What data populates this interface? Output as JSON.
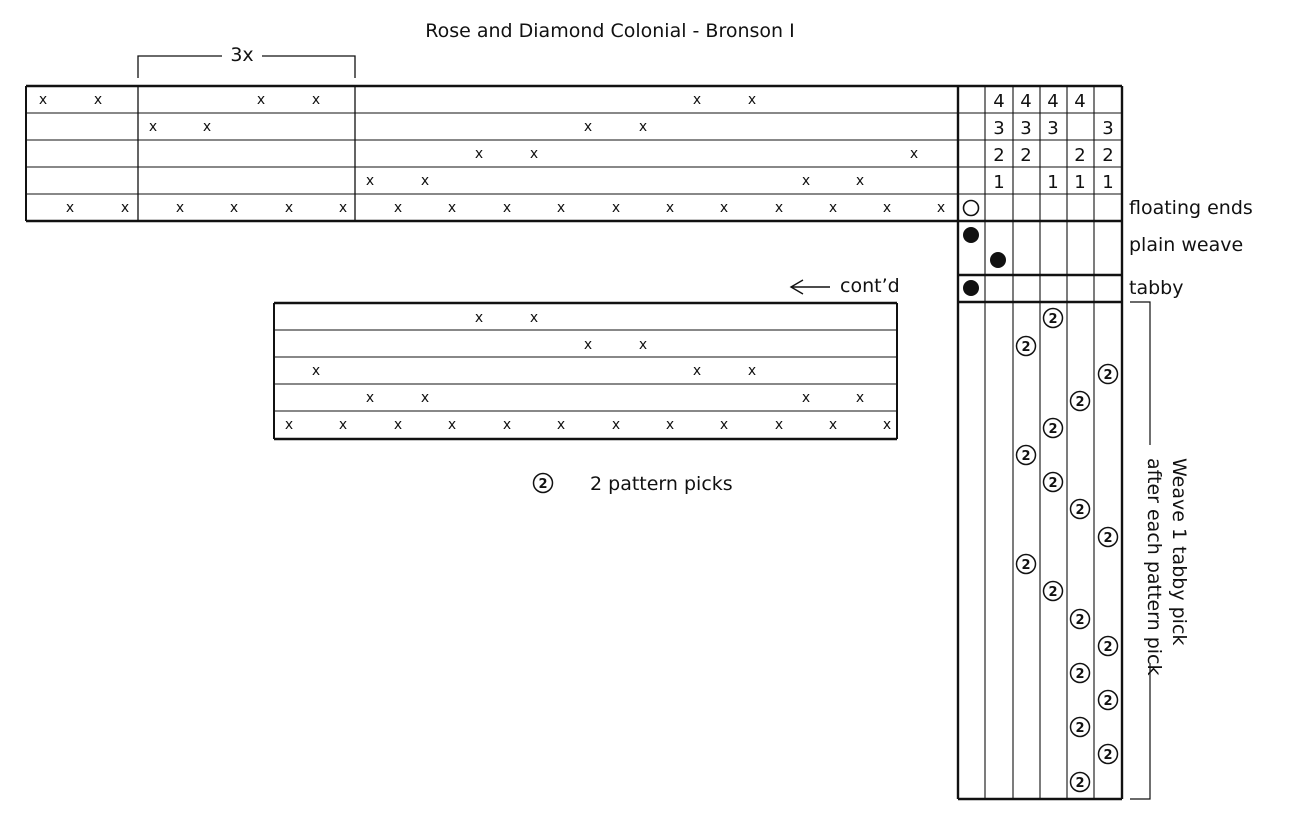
{
  "title": "Rose and Diamond Colonial - Bronson I",
  "repeat_label": "3x",
  "continued_label": "cont’d",
  "x_mark": "x",
  "legend": {
    "symbol": "2",
    "text": "2 pattern picks"
  },
  "row_labels": {
    "floating_ends": "floating ends",
    "plain_weave": "plain weave",
    "tabby": "tabby"
  },
  "side_note": {
    "line1": "Weave 1 tabby pick",
    "line2": "after each pattern pick"
  },
  "tieup": [
    [
      "",
      "4",
      "4",
      "4",
      "4",
      ""
    ],
    [
      "",
      "3",
      "3",
      "3",
      "",
      "3"
    ],
    [
      "",
      "2",
      "2",
      "",
      "2",
      "2"
    ],
    [
      "",
      "1",
      "",
      "1",
      "1",
      "1"
    ]
  ]
}
